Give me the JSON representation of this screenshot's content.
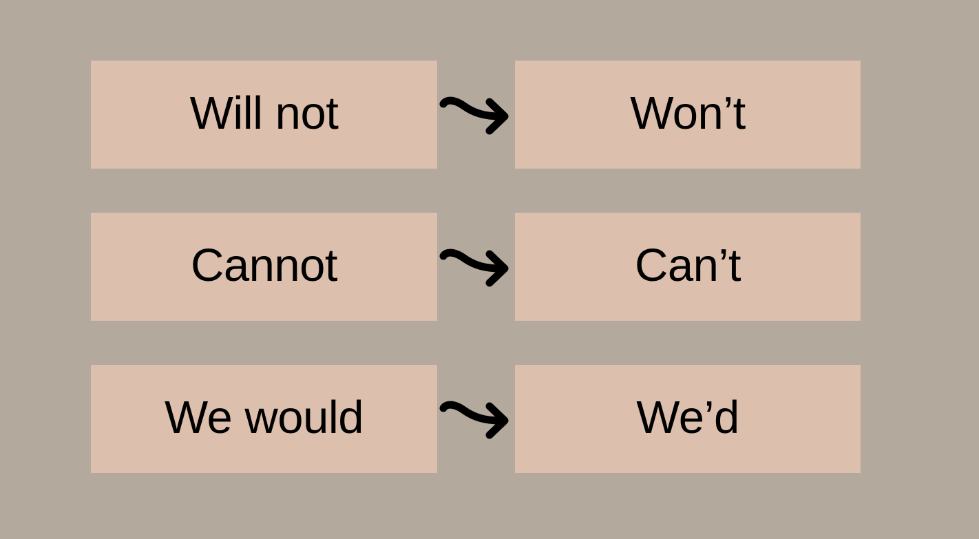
{
  "canvas": {
    "background_color": "#b3a99d",
    "box_color": "#dcbfac",
    "text_color": "#000000",
    "arrow_color": "#000000"
  },
  "diagram": {
    "type": "mapping-pairs",
    "title": "",
    "connector_icon": "curved-right-arrow-icon",
    "rows": [
      {
        "source": "Will not",
        "target": "Won’t",
        "connector": "→"
      },
      {
        "source": "Cannot",
        "target": "Can’t",
        "connector": "→"
      },
      {
        "source": "We would",
        "target": "We’d",
        "connector": "→"
      }
    ]
  }
}
